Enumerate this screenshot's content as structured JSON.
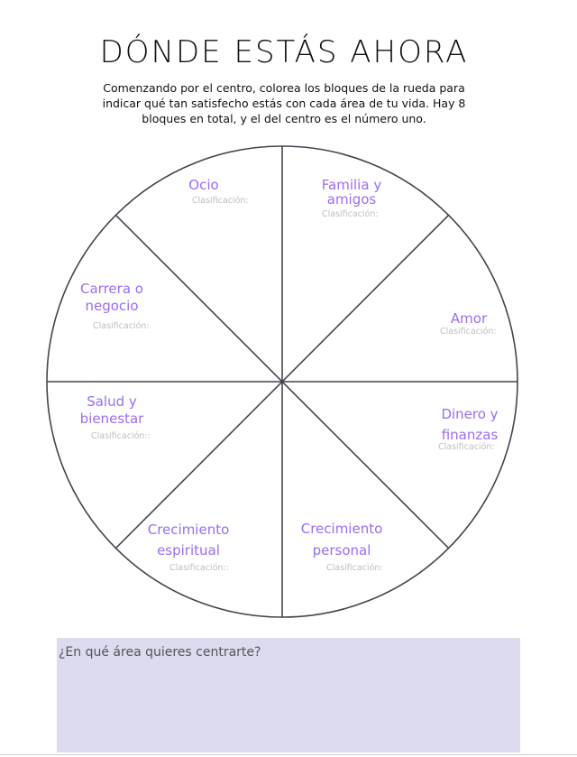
{
  "title": "DÓNDE ESTÁS AHORA",
  "intro": "Comenzando por el centro, colorea los bloques de la rueda para indicar qué tan satisfecho estás con cada área de tu vida. Hay 8 bloques en total, y el del centro es el número uno.",
  "colors": {
    "accent": "#9b6cf5",
    "box": "#dddbf0"
  },
  "segments": [
    {
      "label_1": "Ocio",
      "label_2": "",
      "rating": "Clasificación:"
    },
    {
      "label_1": "Familia y",
      "label_2": "amigos",
      "rating": "Clasificación:"
    },
    {
      "label_1": "Carrera o",
      "label_2": "negocio",
      "rating": "Clasificación:"
    },
    {
      "label_1": "Amor",
      "label_2": "",
      "rating": "Clasificación:"
    },
    {
      "label_1": "Salud y",
      "label_2": "bienestar",
      "rating": "Clasificación::"
    },
    {
      "label_1": "Dinero y",
      "label_2": "finanzas",
      "rating": "Clasificación:"
    },
    {
      "label_1": "Crecimiento",
      "label_2": "espiritual",
      "rating": "Clasificación::"
    },
    {
      "label_1": "Crecimiento",
      "label_2": "personal",
      "rating": "Clasificación:"
    }
  ],
  "focus_question": "¿En qué área quieres centrarte?"
}
